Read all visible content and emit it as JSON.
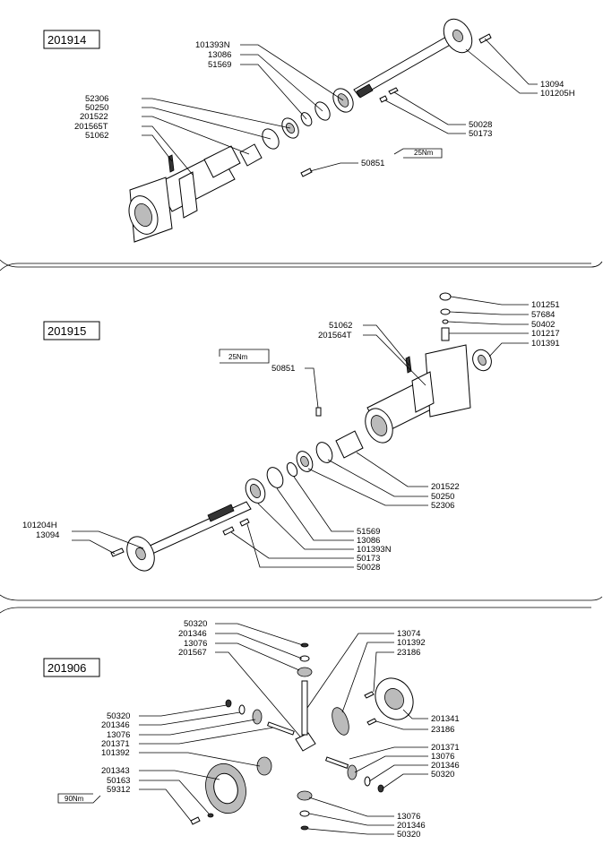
{
  "sections": [
    {
      "code": "201914",
      "torque": "25Nm",
      "labels": [
        "101393N",
        "13086",
        "51569",
        "52306",
        "50250",
        "201522",
        "201565T",
        "51062",
        "13094",
        "101205H",
        "50028",
        "50173",
        "50851"
      ]
    },
    {
      "code": "201915",
      "torque": "25Nm",
      "labels": [
        "101251",
        "57684",
        "50402",
        "101217",
        "101391",
        "51062",
        "201564T",
        "50851",
        "201522",
        "50250",
        "52306",
        "51569",
        "13086",
        "101393N",
        "50173",
        "50028",
        "101204H",
        "13094"
      ]
    },
    {
      "code": "201906",
      "torque": "90Nm",
      "labels": [
        "50320",
        "201346",
        "13076",
        "201567",
        "50320",
        "201346",
        "13076",
        "201371",
        "101392",
        "201343",
        "50163",
        "59312",
        "13074",
        "101392",
        "23186",
        "201341",
        "23186",
        "201371",
        "13076",
        "201346",
        "50320",
        "13076",
        "201346",
        "50320"
      ]
    }
  ]
}
